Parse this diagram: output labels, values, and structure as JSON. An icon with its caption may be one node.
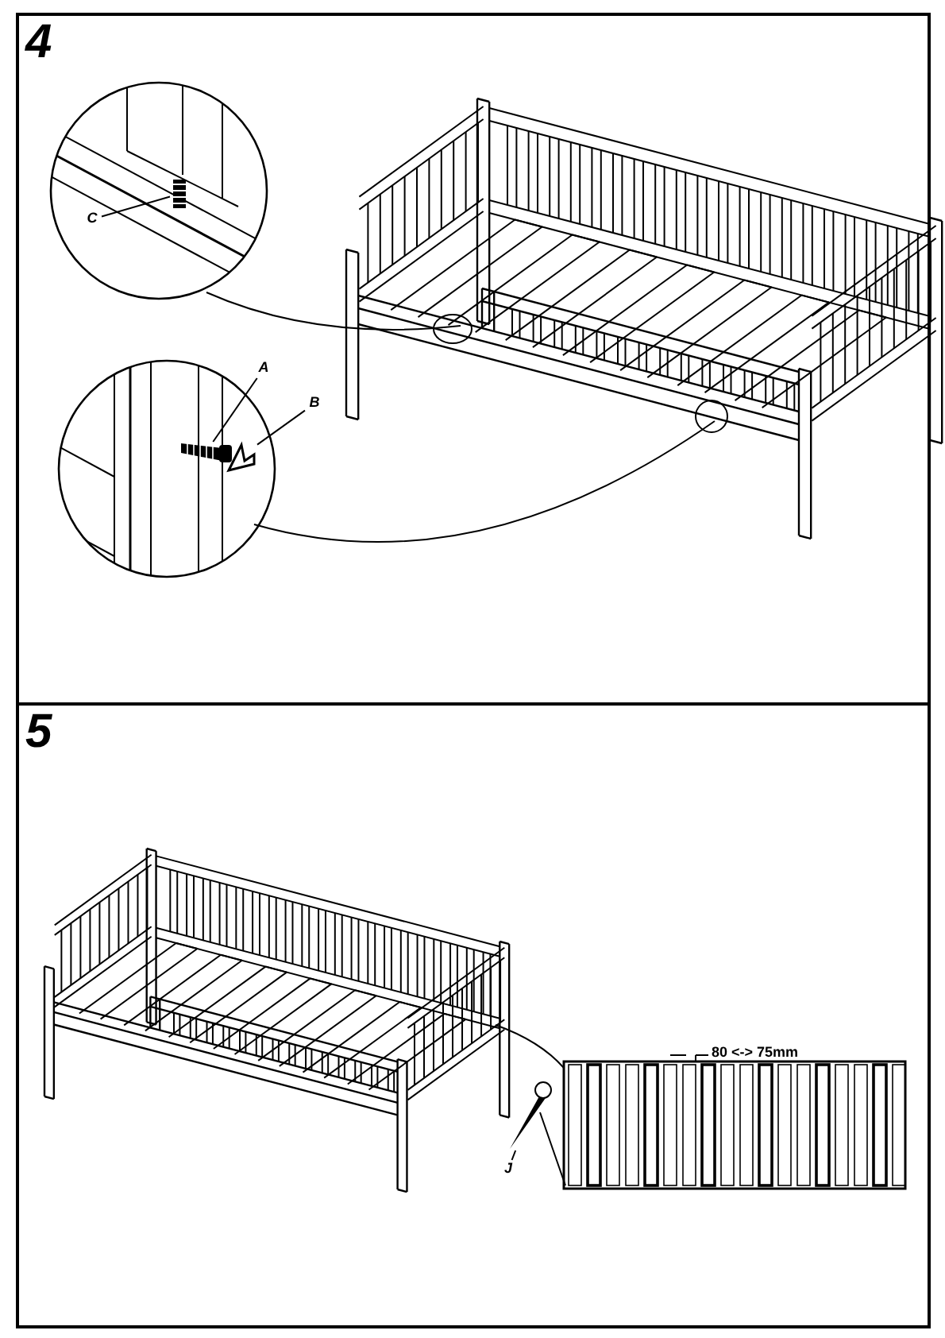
{
  "diagram": {
    "nodes": [
      {
        "text": [
          "4"
        ]
      },
      {
        "text": [
          "C"
        ],
        "in": 0
      },
      {
        "text": [],
        "shape": "picture",
        "in": 0
      },
      {
        "text": [
          "A"
        ],
        "in": 0
      },
      {
        "text": [],
        "shape": "picture",
        "in": 0
      },
      {
        "text": [
          "B"
        ],
        "in": 0
      },
      {
        "text": [],
        "shape": "picture",
        "in": 0
      },
      {
        "text": [
          "5"
        ]
      },
      {
        "text": [
          "J"
        ],
        "in": 7
      },
      {
        "text": [],
        "shape": "picture",
        "in": 7
      }
    ],
    "edges": [
      {
        "from": 1,
        "to": 2,
        "arrow": "none"
      },
      {
        "from": 3,
        "to": 4,
        "arrow": "none"
      },
      {
        "from": 5,
        "to": 6,
        "arrow": "none"
      },
      {
        "from": 8,
        "to": 9,
        "arrow": "none"
      }
    ],
    "labels": [
      "80 <-> 75mm"
    ]
  }
}
